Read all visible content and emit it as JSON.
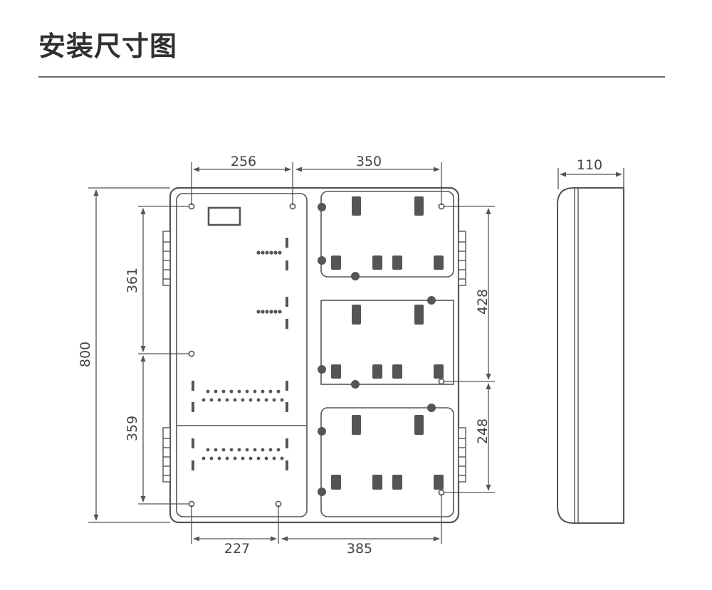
{
  "page": {
    "title": "安装尺寸图"
  },
  "dimensions": {
    "top_left_width": "256",
    "top_right_width": "350",
    "bottom_left_width": "227",
    "bottom_right_width": "385",
    "total_height": "800",
    "left_upper_spacing": "361",
    "left_lower_spacing": "359",
    "right_upper_spacing": "428",
    "right_lower_spacing": "248",
    "depth": "110"
  },
  "colors": {
    "line": "#555555",
    "fill_dark": "#555555",
    "title": "#2f2f2f"
  }
}
